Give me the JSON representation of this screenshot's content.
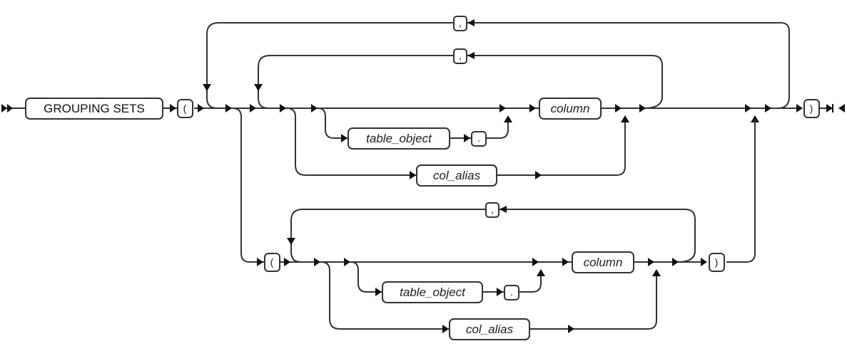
{
  "diagram": {
    "type": "railroad-syntax-diagram",
    "keyword": "GROUPING SETS",
    "open_paren": "(",
    "close_paren": ")",
    "comma": ",",
    "dot": ".",
    "column": "column",
    "table_object": "table_object",
    "col_alias": "col_alias",
    "inner_open_paren": "(",
    "inner_close_paren": ")"
  }
}
